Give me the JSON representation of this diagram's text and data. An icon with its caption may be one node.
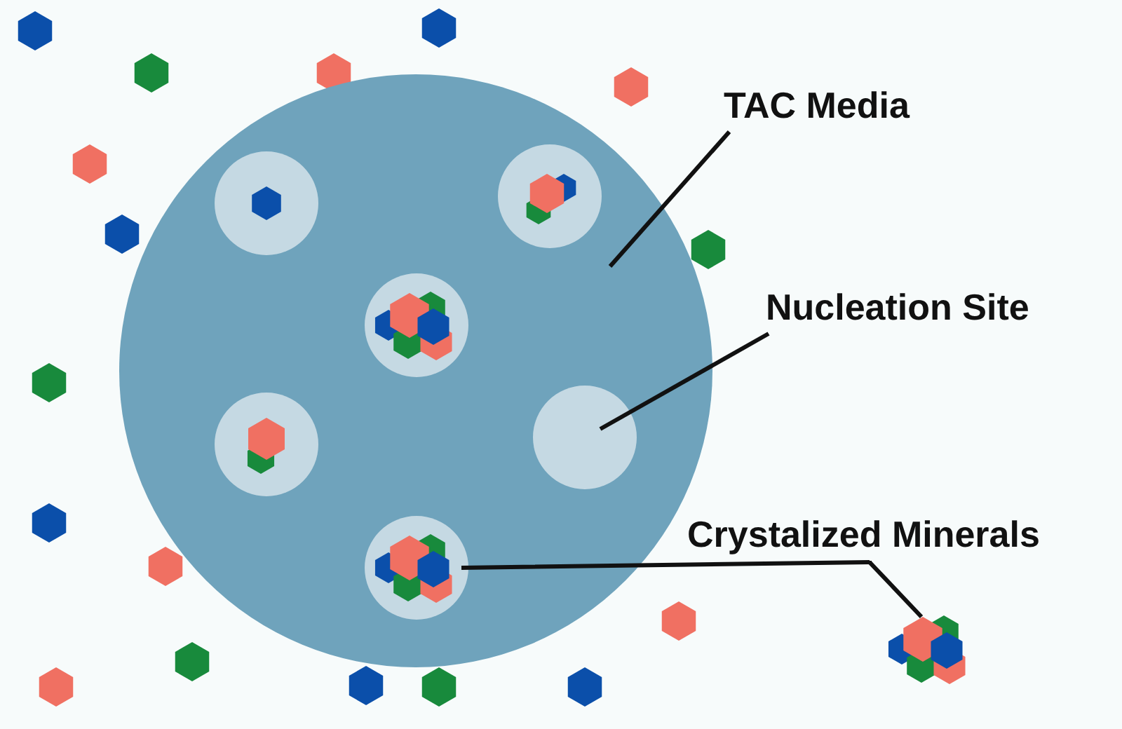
{
  "diagram": {
    "nodes": [
      {
        "text": [],
        "shape": "circle"
      },
      {
        "text": [
          "TAC Media"
        ]
      },
      {
        "text": [],
        "shape": "circle",
        "in": 0
      },
      {
        "text": [],
        "shape": "circle",
        "in": 0
      },
      {
        "text": [],
        "shape": "circle",
        "in": 0
      },
      {
        "text": [
          "Nucleation Site"
        ]
      },
      {
        "text": [],
        "shape": "circle",
        "in": 0
      },
      {
        "text": [],
        "shape": "circle",
        "in": 0
      },
      {
        "text": [
          "Crystalized Minerals"
        ]
      },
      {
        "text": [],
        "shape": "circle",
        "in": 0
      },
      {
        "text": [],
        "shape": "picture",
        "in": 9
      },
      {
        "text": [],
        "shape": "picture"
      },
      {
        "text": [],
        "shape": "hexagon"
      },
      {
        "text": [],
        "shape": "hexagon"
      },
      {
        "text": [],
        "shape": "hexagon"
      },
      {
        "text": [],
        "shape": "hexagon"
      },
      {
        "text": [],
        "shape": "hexagon"
      },
      {
        "text": [],
        "shape": "hexagon"
      },
      {
        "text": [],
        "shape": "hexagon"
      },
      {
        "text": [],
        "shape": "hexagon"
      },
      {
        "text": [],
        "shape": "hexagon"
      },
      {
        "text": [],
        "shape": "hexagon"
      },
      {
        "text": [],
        "shape": "hexagon"
      },
      {
        "text": [],
        "shape": "hexagon"
      },
      {
        "text": [],
        "shape": "hexagon"
      },
      {
        "text": [],
        "shape": "hexagon"
      },
      {
        "text": [],
        "shape": "hexagon"
      },
      {
        "text": [],
        "shape": "hexagon"
      },
      {
        "text": [],
        "shape": "hexagon"
      }
    ],
    "edges": [
      {
        "from": 1,
        "to": 0,
        "arrow": "none"
      },
      {
        "from": 5,
        "to": 7,
        "arrow": "none"
      },
      {
        "from": 8,
        "to": 10,
        "arrow": "none"
      },
      {
        "from": 8,
        "to": 11,
        "arrow": "none"
      }
    ]
  }
}
